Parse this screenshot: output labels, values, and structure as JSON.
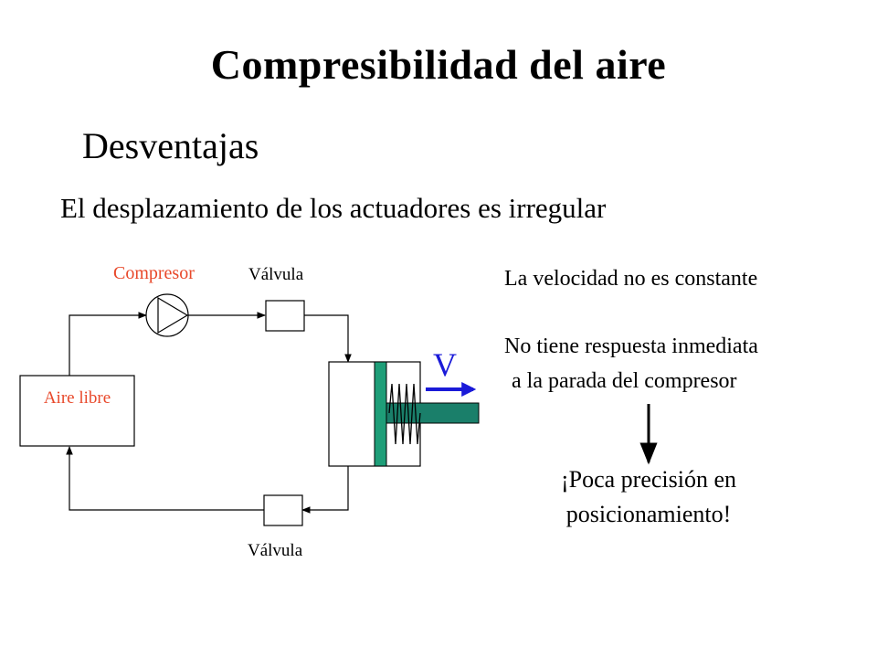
{
  "title": "Compresibilidad del aire",
  "subtitle": "Desventajas",
  "statement": "El desplazamiento de los actuadores es irregular",
  "diagram": {
    "compressor_label": "Compresor",
    "valve_top_label": "Válvula",
    "valve_bottom_label": "Válvula",
    "reservoir_label": "Aire libre",
    "velocity_symbol": "V"
  },
  "notes": {
    "velocidad": "La velocidad no es constante",
    "respuesta_line1": "No tiene respuesta inmediata",
    "respuesta_line2": "a la parada del compresor"
  },
  "conclusion": {
    "line1": "¡Poca precisión en",
    "line2": "posicionamiento!"
  },
  "colors": {
    "label_red": "#e8482a",
    "piston_green": "#1e9e78",
    "rod_teal": "#1a7f6a",
    "arrow_blue": "#1a1ad8"
  },
  "icons": [
    "compressor-icon",
    "valve-icon",
    "spring-icon",
    "arrow-icon"
  ]
}
